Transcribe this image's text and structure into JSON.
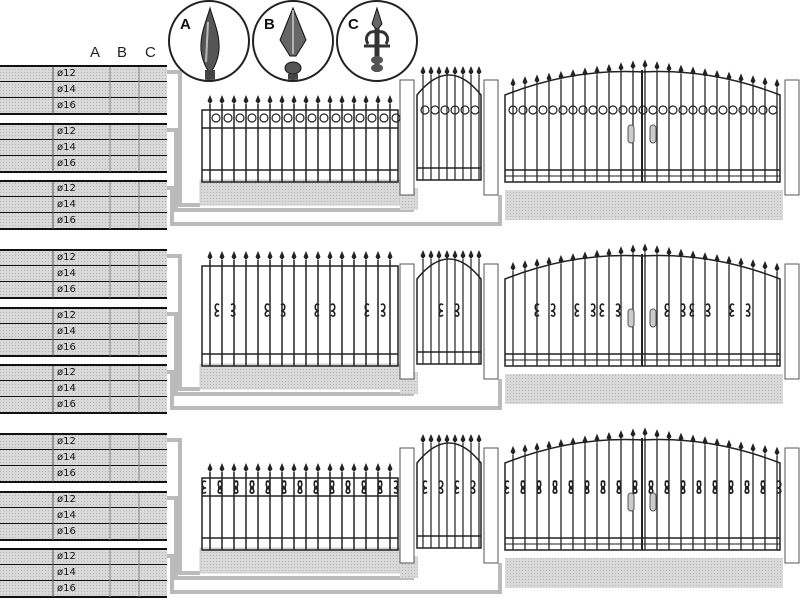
{
  "headers": {
    "col_a": "A",
    "col_b": "B",
    "col_c": "C"
  },
  "finials": [
    {
      "label": "A",
      "icon": "finial-a-icon"
    },
    {
      "label": "B",
      "icon": "finial-b-icon"
    },
    {
      "label": "C",
      "icon": "finial-c-icon"
    }
  ],
  "sizes": [
    "ø12",
    "ø14",
    "ø16"
  ],
  "sections": [
    {
      "style": "ring-band"
    },
    {
      "style": "scroll-ornament"
    },
    {
      "style": "wave-scroll-band"
    }
  ],
  "colors": {
    "gray": "#d2d2d2",
    "line": "#222222",
    "frame": "#ffffff"
  }
}
